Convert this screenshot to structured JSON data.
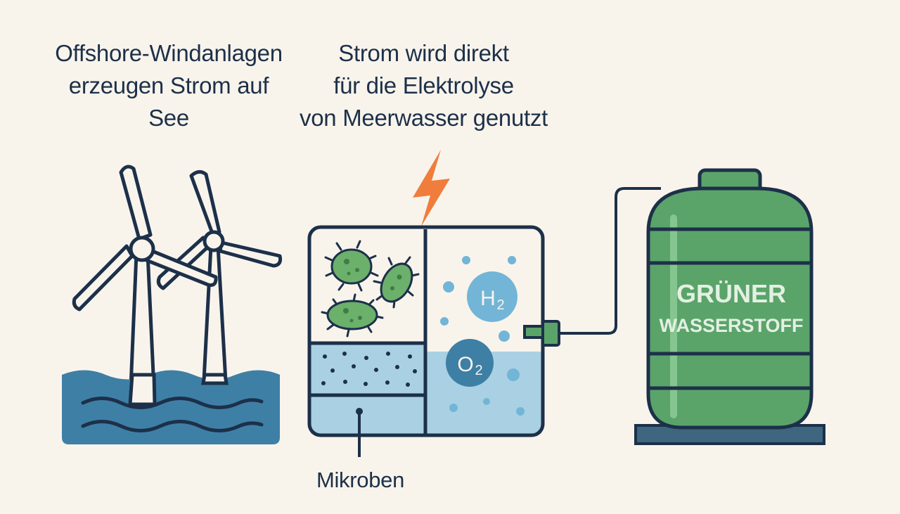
{
  "captions": {
    "wind": [
      "Offshore-Windanlagen",
      "erzeugen Strom auf",
      "See"
    ],
    "strom": [
      "Strom wird direkt",
      "für die Elektrolyse",
      "von Meerwasser genutzt"
    ],
    "mikroben": "Mikroben"
  },
  "labels": {
    "h2_main": "H",
    "h2_sub": "2",
    "o2_main": "O",
    "o2_sub": "2"
  },
  "tank": {
    "line1": "GRÜNER",
    "line2": "WASSERSTOFF"
  },
  "colors": {
    "background": "#f8f4ec",
    "outline": "#1d3049",
    "sea": "#3e7fa6",
    "tank": "#5aa46a",
    "lightning": "#f07d3c",
    "microbe": "#6bb06b",
    "water_light": "#a9d1e3",
    "bubble": "#72b5d6"
  },
  "icons": [
    "wind-turbine-icon",
    "lightning-icon",
    "microbe-icon",
    "hydrogen-bubble-icon",
    "oxygen-bubble-icon",
    "hydrogen-tank-icon"
  ]
}
